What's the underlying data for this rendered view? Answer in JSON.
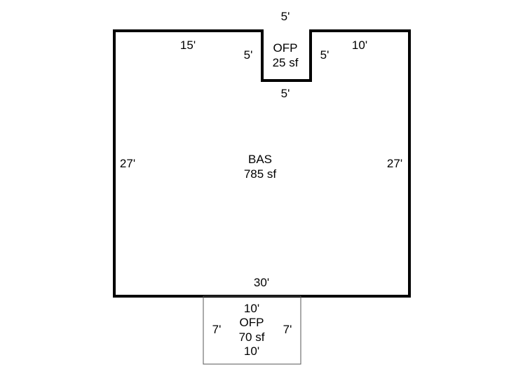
{
  "colors": {
    "background": "#ffffff",
    "outline_main": "#000000",
    "outline_thin": "#555555",
    "text": "#000000"
  },
  "main_area": {
    "code": "BAS",
    "size": "785 sf",
    "dims": {
      "top_left": "15'",
      "top_right": "10'",
      "left": "27'",
      "right": "27'",
      "bottom": "30'"
    }
  },
  "top_porch": {
    "code": "OFP",
    "size": "25 sf",
    "dims": {
      "top": "5'",
      "left": "5'",
      "right": "5'",
      "bottom": "5'"
    }
  },
  "bottom_porch": {
    "code": "OFP",
    "size": "70 sf",
    "dims": {
      "top": "10'",
      "left": "7'",
      "right": "7'",
      "bottom": "10'"
    }
  }
}
